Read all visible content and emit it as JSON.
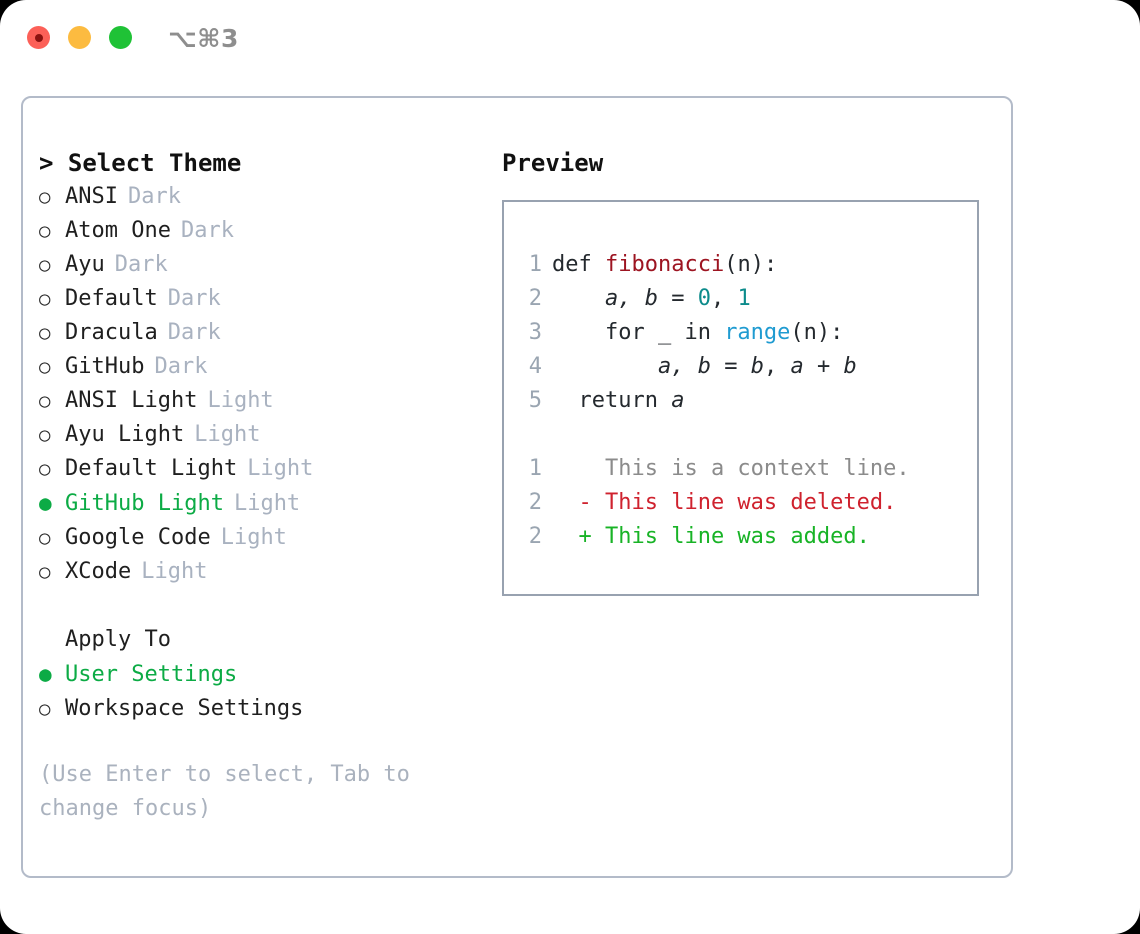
{
  "titlebar": {
    "shortcut": "⌥⌘3",
    "lights": [
      {
        "name": "close",
        "color": "#fc6058"
      },
      {
        "name": "minimize",
        "color": "#fcbb40"
      },
      {
        "name": "maximize",
        "color": "#1fc236"
      }
    ]
  },
  "left": {
    "heading": "> Select Theme",
    "themes": [
      {
        "bullet": "○",
        "name": "ANSI",
        "variant": "Dark",
        "selected": false
      },
      {
        "bullet": "○",
        "name": "Atom One",
        "variant": "Dark",
        "selected": false
      },
      {
        "bullet": "○",
        "name": "Ayu",
        "variant": "Dark",
        "selected": false
      },
      {
        "bullet": "○",
        "name": "Default",
        "variant": "Dark",
        "selected": false
      },
      {
        "bullet": "○",
        "name": "Dracula",
        "variant": "Dark",
        "selected": false
      },
      {
        "bullet": "○",
        "name": "GitHub",
        "variant": "Dark",
        "selected": false
      },
      {
        "bullet": "○",
        "name": "ANSI Light",
        "variant": "Light",
        "selected": false
      },
      {
        "bullet": "○",
        "name": "Ayu Light",
        "variant": "Light",
        "selected": false
      },
      {
        "bullet": "○",
        "name": "Default Light",
        "variant": "Light",
        "selected": false
      },
      {
        "bullet": "●",
        "name": "GitHub Light",
        "variant": "Light",
        "selected": true
      },
      {
        "bullet": "○",
        "name": "Google Code",
        "variant": "Light",
        "selected": false
      },
      {
        "bullet": "○",
        "name": "XCode",
        "variant": "Light",
        "selected": false
      }
    ],
    "apply_to_title": "Apply To",
    "apply_to_options": [
      {
        "bullet": "●",
        "name": "User Settings",
        "selected": true
      },
      {
        "bullet": "○",
        "name": "Workspace Settings",
        "selected": false
      }
    ],
    "hint": "(Use Enter to select, Tab to change focus)"
  },
  "right": {
    "heading": "Preview",
    "code_lines": [
      {
        "num": "1",
        "tokens": [
          {
            "t": "def ",
            "c": "tok-def"
          },
          {
            "t": "fibonacci",
            "c": "tok-fn"
          },
          {
            "t": "(n):",
            "c": "ctext"
          }
        ]
      },
      {
        "num": "2",
        "tokens": [
          {
            "t": "    ",
            "c": "ctext"
          },
          {
            "t": "a, b",
            "c": "tok-var"
          },
          {
            "t": " = ",
            "c": "ctext"
          },
          {
            "t": "0",
            "c": "tok-num"
          },
          {
            "t": ", ",
            "c": "ctext"
          },
          {
            "t": "1",
            "c": "tok-num"
          }
        ]
      },
      {
        "num": "3",
        "tokens": [
          {
            "t": "    for _ in ",
            "c": "tok-kw"
          },
          {
            "t": "range",
            "c": "tok-call"
          },
          {
            "t": "(n):",
            "c": "ctext"
          }
        ]
      },
      {
        "num": "4",
        "tokens": [
          {
            "t": "        ",
            "c": "ctext"
          },
          {
            "t": "a, b",
            "c": "tok-var"
          },
          {
            "t": " = ",
            "c": "ctext"
          },
          {
            "t": "b",
            "c": "tok-var"
          },
          {
            "t": ", ",
            "c": "ctext"
          },
          {
            "t": "a",
            "c": "tok-var"
          },
          {
            "t": " + ",
            "c": "ctext"
          },
          {
            "t": "b",
            "c": "tok-var"
          }
        ]
      },
      {
        "num": "5",
        "tokens": [
          {
            "t": "  return ",
            "c": "ctext"
          },
          {
            "t": "a",
            "c": "tok-var"
          }
        ]
      }
    ],
    "diff_lines": [
      {
        "num": "1",
        "marker": "  ",
        "text": "This is a context line.",
        "cls": "diff-ctx"
      },
      {
        "num": "2",
        "marker": "- ",
        "text": "This line was deleted.",
        "cls": "diff-del"
      },
      {
        "num": "2",
        "marker": "+ ",
        "text": "This line was added.",
        "cls": "diff-add"
      }
    ]
  },
  "colors": {
    "accent_green": "#0cab45",
    "border": "#b3bbc9",
    "preview_border": "#98a2b0",
    "muted": "#a9b2c0",
    "hint": "#aab2be"
  }
}
